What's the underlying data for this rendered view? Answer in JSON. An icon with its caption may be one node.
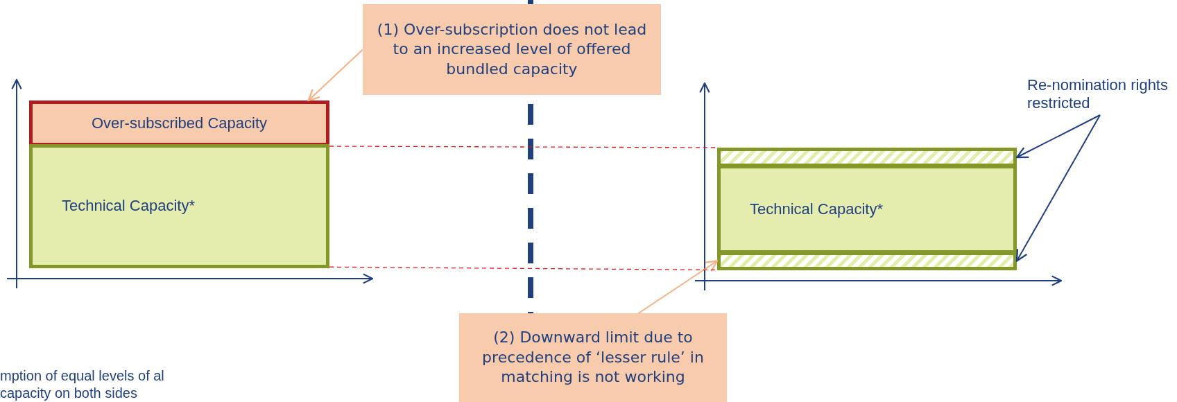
{
  "diagram": {
    "nodes": [
      {
        "text": [
          "Over-subscribed Capacity"
        ]
      },
      {
        "text": [
          "Technical Capacity*"
        ]
      },
      {
        "text": [
          "(1) Over-subscription does not lead to an increased level of offered bundled capacity"
        ]
      },
      {
        "text": [
          "Technical Capacity*"
        ]
      },
      {
        "text": [],
        "shape": "bar"
      },
      {
        "text": [],
        "shape": "bar"
      },
      {
        "text": [
          "(2) Downward limit due to precedence of ‘lesser rule’ in matching  is not working"
        ]
      },
      {
        "text": [
          "Re-nomination rights restricted"
        ]
      }
    ],
    "edges": [
      {
        "from": 2,
        "to": 0,
        "arrow": "to",
        "color": "#f4b183"
      },
      {
        "from": 7,
        "to": 4,
        "arrow": "to",
        "color": "#1f3f7f"
      },
      {
        "from": 7,
        "to": 5,
        "arrow": "to",
        "color": "#1f3f7f"
      },
      {
        "from": 6,
        "to": 5,
        "arrow": "to",
        "color": "#f4b183"
      },
      {
        "from": 0,
        "to": 4,
        "arrow": "none",
        "style": "dashed",
        "color": "#e3161b"
      },
      {
        "from": 1,
        "to": 5,
        "arrow": "none",
        "style": "dashed",
        "color": "#e3161b"
      }
    ],
    "labels": [
      "mption of equal levels of al capacity on both sides"
    ]
  }
}
